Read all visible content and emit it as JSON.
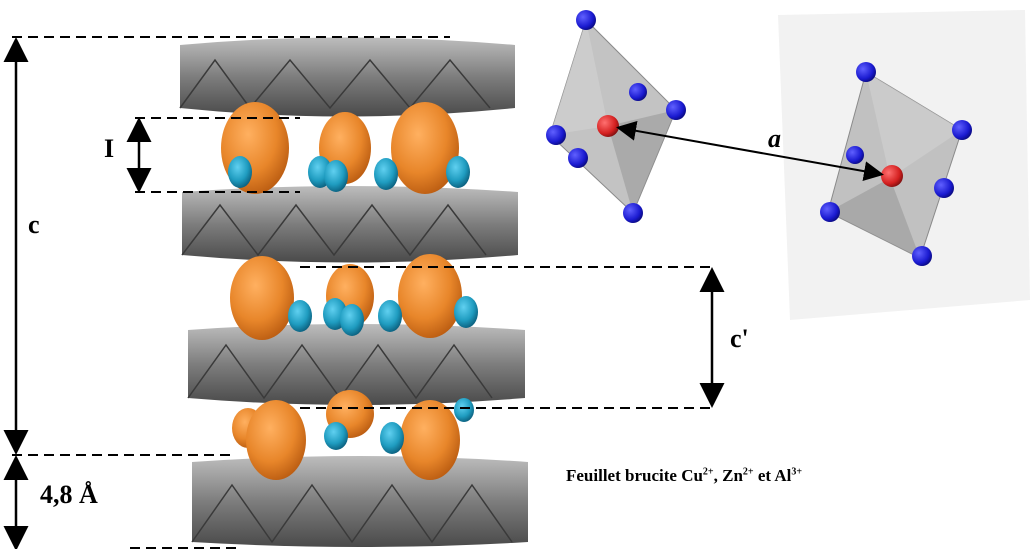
{
  "labels": {
    "c": "c",
    "interlayer": "I",
    "c_prime": "c'",
    "a": "a",
    "thickness": "4,8 Å"
  },
  "caption": {
    "text1": "Feuillet  brucite Cu",
    "sup1": "2+",
    "text2": ", Zn",
    "sup2": "2+",
    "text3": " et Al",
    "sup3": "3+"
  },
  "colors": {
    "sheet": "#8a8a8a",
    "sheet_dark": "#5a5a5a",
    "anion_orange": "#e8862a",
    "water_blue": "#1f9cc0",
    "oxygen_blue": "#1a1ad0",
    "metal_red": "#d42020",
    "octahedron": "#b8b8b8"
  }
}
